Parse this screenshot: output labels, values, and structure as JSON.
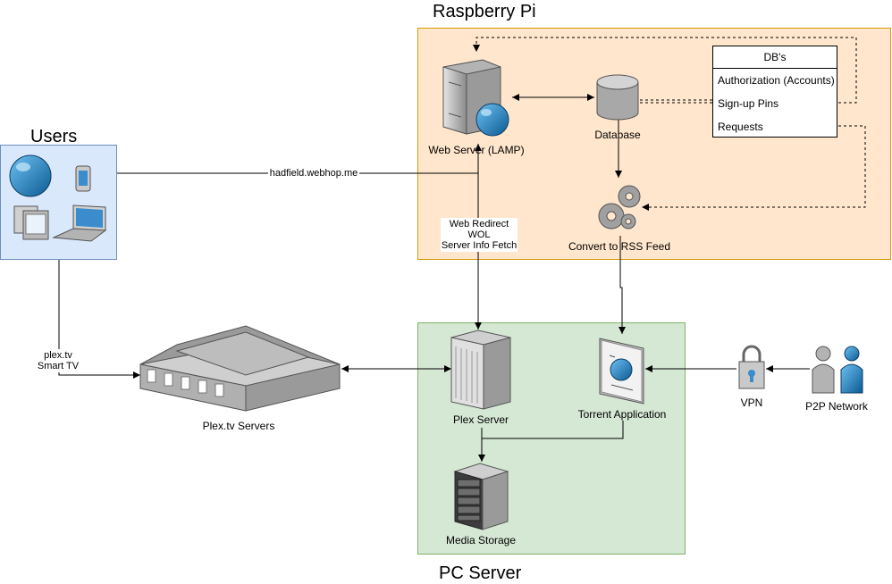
{
  "regions": {
    "raspberry_pi": "Raspberry Pi",
    "users": "Users",
    "pc_server": "PC Server"
  },
  "nodes": {
    "web_server": "Web Server (LAMP)",
    "database": "Database",
    "convert_rss": "Convert to RSS Feed",
    "plex_server": "Plex Server",
    "torrent_app": "Torrent Application",
    "media_storage": "Media Storage",
    "plex_tv_servers": "Plex.tv Servers",
    "vpn": "VPN",
    "p2p_network": "P2P Network"
  },
  "db_table": {
    "title": "DB's",
    "rows": [
      "Authorization (Accounts)",
      "Sign-up Pins",
      "Requests"
    ]
  },
  "edges": {
    "hadfield": "hadfield.webhop.me",
    "web_redirect": [
      "Web Redirect",
      "WOL",
      "Server Info Fetch"
    ],
    "plex_smart": [
      "plex.tv",
      "Smart TV"
    ]
  },
  "colors": {
    "pi_fill": "#ffe6cc",
    "pi_stroke": "#d79b00",
    "users_fill": "#dae8fc",
    "users_stroke": "#6c8ebf",
    "pc_fill": "#d5e8d4",
    "pc_stroke": "#82b366"
  }
}
